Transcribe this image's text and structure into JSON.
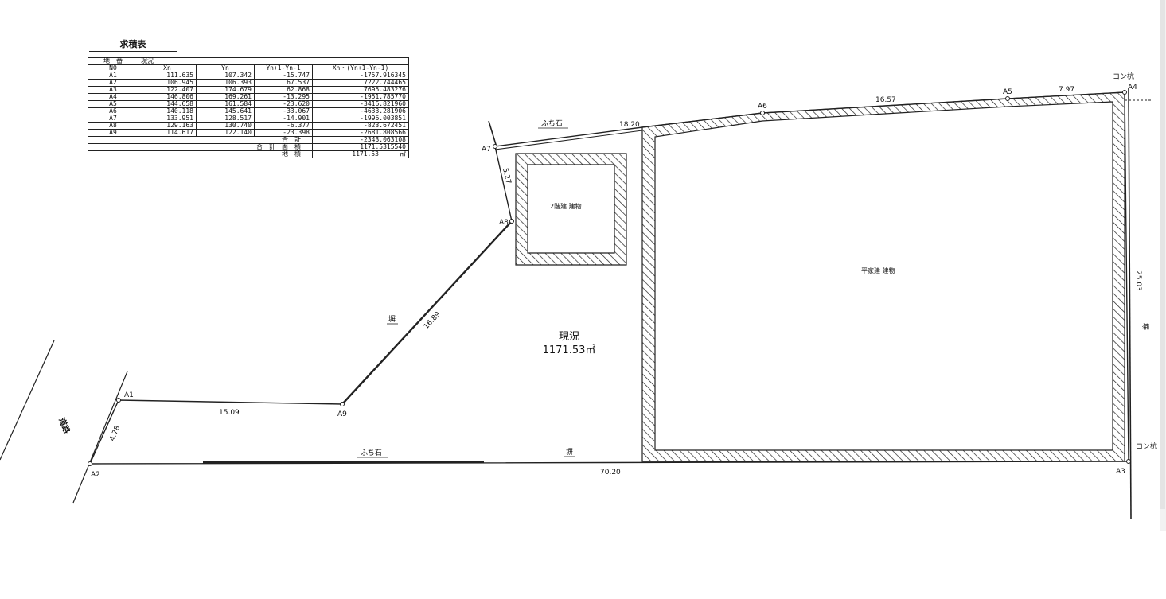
{
  "table": {
    "title": "求積表",
    "header_lot_label": "地　番",
    "header_lot_value": "現況",
    "columns": [
      "NO",
      "Xn",
      "Yn",
      "Yn+1-Yn-1",
      "Xn・(Yn+1-Yn-1)"
    ],
    "rows": [
      [
        "A1",
        "111.635",
        "107.342",
        "-15.747",
        "-1757.916345"
      ],
      [
        "A2",
        "106.945",
        "106.393",
        "67.537",
        "7222.744465"
      ],
      [
        "A3",
        "122.407",
        "174.679",
        "62.868",
        "7695.483276"
      ],
      [
        "A4",
        "146.806",
        "169.261",
        "-13.295",
        "-1951.785770"
      ],
      [
        "A5",
        "144.658",
        "161.584",
        "-23.620",
        "-3416.821960"
      ],
      [
        "A6",
        "140.118",
        "145.641",
        "-33.067",
        "-4633.281906"
      ],
      [
        "A7",
        "133.951",
        "128.517",
        "-14.901",
        "-1996.003851"
      ],
      [
        "A8",
        "129.163",
        "130.740",
        "-6.377",
        "-823.672451"
      ],
      [
        "A9",
        "114.617",
        "122.140",
        "-23.398",
        "-2681.808566"
      ]
    ],
    "sum_label": "合　計",
    "sum_value": "-2343.063108",
    "total_area_label": "合　計　面　積",
    "total_area_value": "1171.5315540",
    "land_area_label": "地　積",
    "land_area_value": "1171.53",
    "land_area_unit": "㎡"
  },
  "plan": {
    "points": {
      "A1": "A1",
      "A2": "A2",
      "A3": "A3",
      "A4": "A4",
      "A5": "A5",
      "A6": "A6",
      "A7": "A7",
      "A8": "A8",
      "A9": "A9"
    },
    "dimensions": {
      "a1_a9": "15.09",
      "a1_a2": "4.78",
      "a8_a9": "16.89",
      "a7_a8": "5.27",
      "a7_a6": "18.20",
      "a6_a5": "16.57",
      "a5_a4": "7.97",
      "a4_a3": "25.03",
      "a2_a3": "70.20"
    },
    "labels": {
      "area_title": "現況",
      "area_value": "1171.53㎡",
      "building_small": "2階建 建物",
      "building_large": "平家建 建物",
      "curb_top": "ふち石",
      "curb_bottom": "ふち石",
      "fence_left": "塀",
      "fence_bottom": "塀",
      "fence_right": "塀",
      "con_stake_top": "コン杭",
      "con_stake_bottom": "コン杭",
      "road": "道路"
    }
  }
}
